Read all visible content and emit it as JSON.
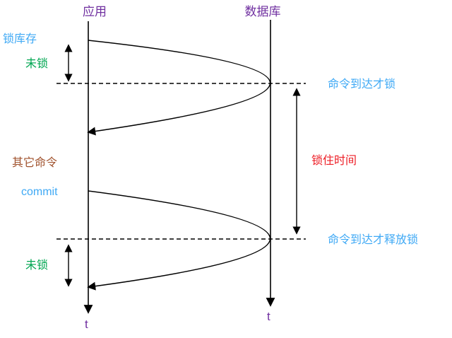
{
  "diagram": {
    "title_app": "应用",
    "title_db": "数据库",
    "lock_stock": "锁库存",
    "unlocked_top": "未锁",
    "lock_on_arrival": "命令到达才锁",
    "other_commands": "其它命令",
    "commit": "commit",
    "lock_duration": "锁住时间",
    "release_on_arrival": "命令到达才释放锁",
    "unlocked_bottom": "未锁",
    "time_axis_left": "t",
    "time_axis_right": "t"
  },
  "colors": {
    "purple": "#7030a0",
    "blue": "#3fa9f5",
    "green": "#00a651",
    "red": "#ed1c24",
    "brown": "#a0522d",
    "line": "#000000"
  }
}
